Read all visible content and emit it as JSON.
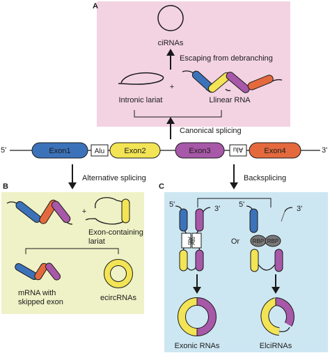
{
  "panels": {
    "a": {
      "letter": "A",
      "circ_label": "ciRNAs",
      "escape_label": "Escaping from debranching",
      "lariat_label": "Intronic lariat",
      "plus": "+",
      "linear_label": "Llinear RNA"
    },
    "b": {
      "letter": "B",
      "plus": "+",
      "lariat_label_1": "Exon-containing",
      "lariat_label_2": "lariat",
      "mrna_label_1": "mRNA with",
      "mrna_label_2": "skipped exon",
      "ecirc_label": "ecircRNAs"
    },
    "c": {
      "letter": "C",
      "five_prime_left": "5'",
      "three_prime_left": "3'",
      "five_prime_right": "5'",
      "three_prime_right": "3'",
      "alu_1": "Alu",
      "alu_2": "Alu",
      "or_label": "Or",
      "rbp_1": "RBP",
      "rbp_2": "RBP",
      "exonic_label": "Exonic RNAs",
      "elci_label": "ElciRNAs"
    }
  },
  "gene": {
    "five_prime": "5'",
    "three_prime": "3'",
    "exon1": "Exon1",
    "alu_fwd": "Alu",
    "exon2": "Exon2",
    "exon3": "Exon3",
    "alu_rev": "Alu",
    "exon4": "Exon4"
  },
  "arrows": {
    "canonical": "Canonical splicing",
    "alternative": "Alternative splicing",
    "backsplicing": "Backsplicing"
  },
  "colors": {
    "panel_a_bg": "#f3d3e2",
    "panel_b_bg": "#eef2c6",
    "panel_c_bg": "#cde7f2",
    "exon1": "#3c72b9",
    "exon2": "#f2e455",
    "exon3": "#a858a8",
    "exon4": "#e46a3e",
    "rbp": "#7a7a7a"
  }
}
